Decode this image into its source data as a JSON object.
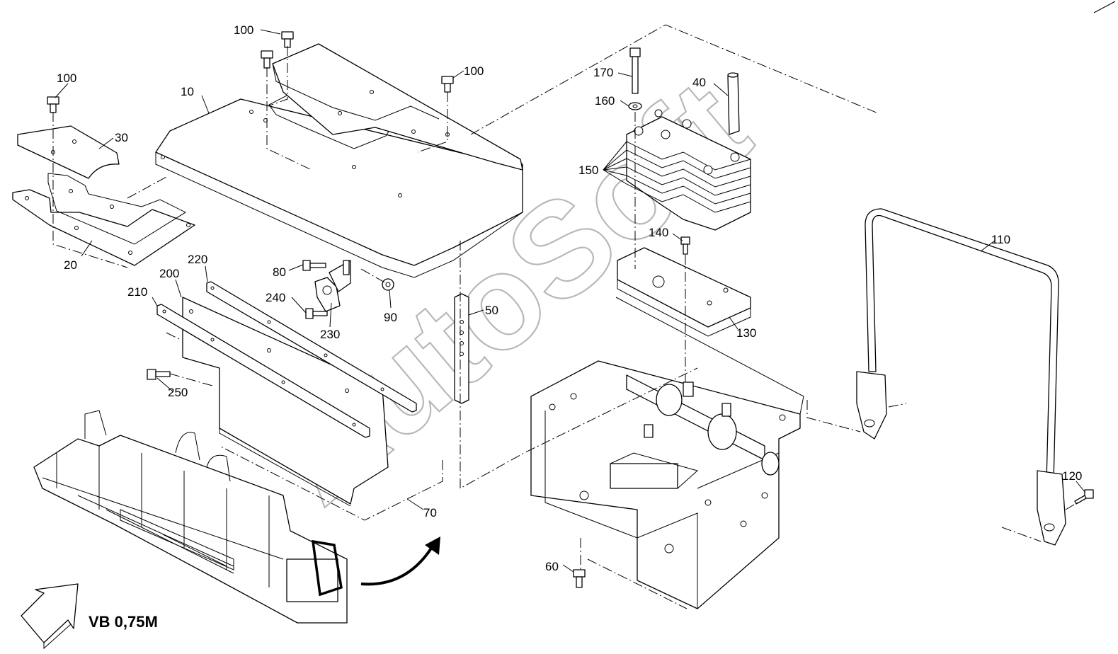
{
  "diagram": {
    "view_label": "VB 0,75M",
    "watermark": "AutoSoft",
    "callouts": [
      {
        "id": "c100a",
        "text": "100"
      },
      {
        "id": "c100b",
        "text": "100"
      },
      {
        "id": "c100c",
        "text": "100"
      },
      {
        "id": "c10",
        "text": "10"
      },
      {
        "id": "c30",
        "text": "30"
      },
      {
        "id": "c20",
        "text": "20"
      },
      {
        "id": "c220",
        "text": "220"
      },
      {
        "id": "c200",
        "text": "200"
      },
      {
        "id": "c210",
        "text": "210"
      },
      {
        "id": "c80",
        "text": "80"
      },
      {
        "id": "c240",
        "text": "240"
      },
      {
        "id": "c230",
        "text": "230"
      },
      {
        "id": "c90",
        "text": "90"
      },
      {
        "id": "c250",
        "text": "250"
      },
      {
        "id": "c50",
        "text": "50"
      },
      {
        "id": "c70",
        "text": "70"
      },
      {
        "id": "c170",
        "text": "170"
      },
      {
        "id": "c40",
        "text": "40"
      },
      {
        "id": "c160",
        "text": "160"
      },
      {
        "id": "c150",
        "text": "150"
      },
      {
        "id": "c140",
        "text": "140"
      },
      {
        "id": "c130",
        "text": "130"
      },
      {
        "id": "c110",
        "text": "110"
      },
      {
        "id": "c120",
        "text": "120"
      },
      {
        "id": "c60",
        "text": "60"
      }
    ]
  }
}
